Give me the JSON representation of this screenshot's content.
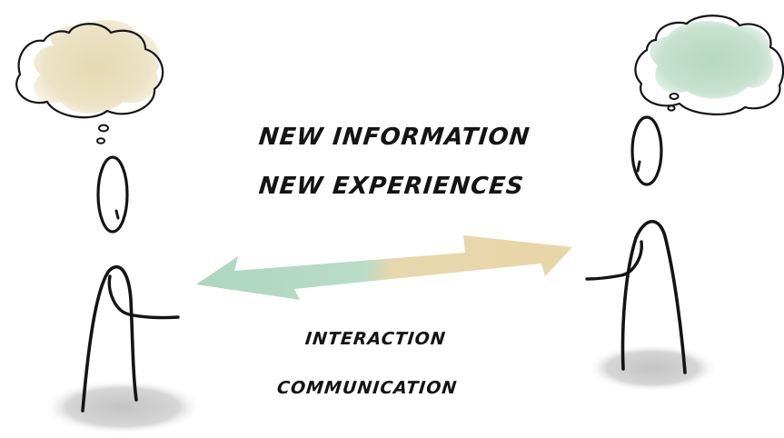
{
  "top_labels": {
    "line1": "NEW INFORMATION",
    "line2": "NEW EXPERIENCES"
  },
  "bottom_labels": {
    "line1": "INTERACTION",
    "line2": "COMMUNICATION"
  },
  "colors": {
    "ink": "#141414",
    "left_thought": "#eae0bf",
    "right_thought": "#bcdcc8",
    "arrow_green": "#b2d9c4",
    "arrow_tan": "#e7d6a9",
    "shadow": "#cfcfcf"
  }
}
